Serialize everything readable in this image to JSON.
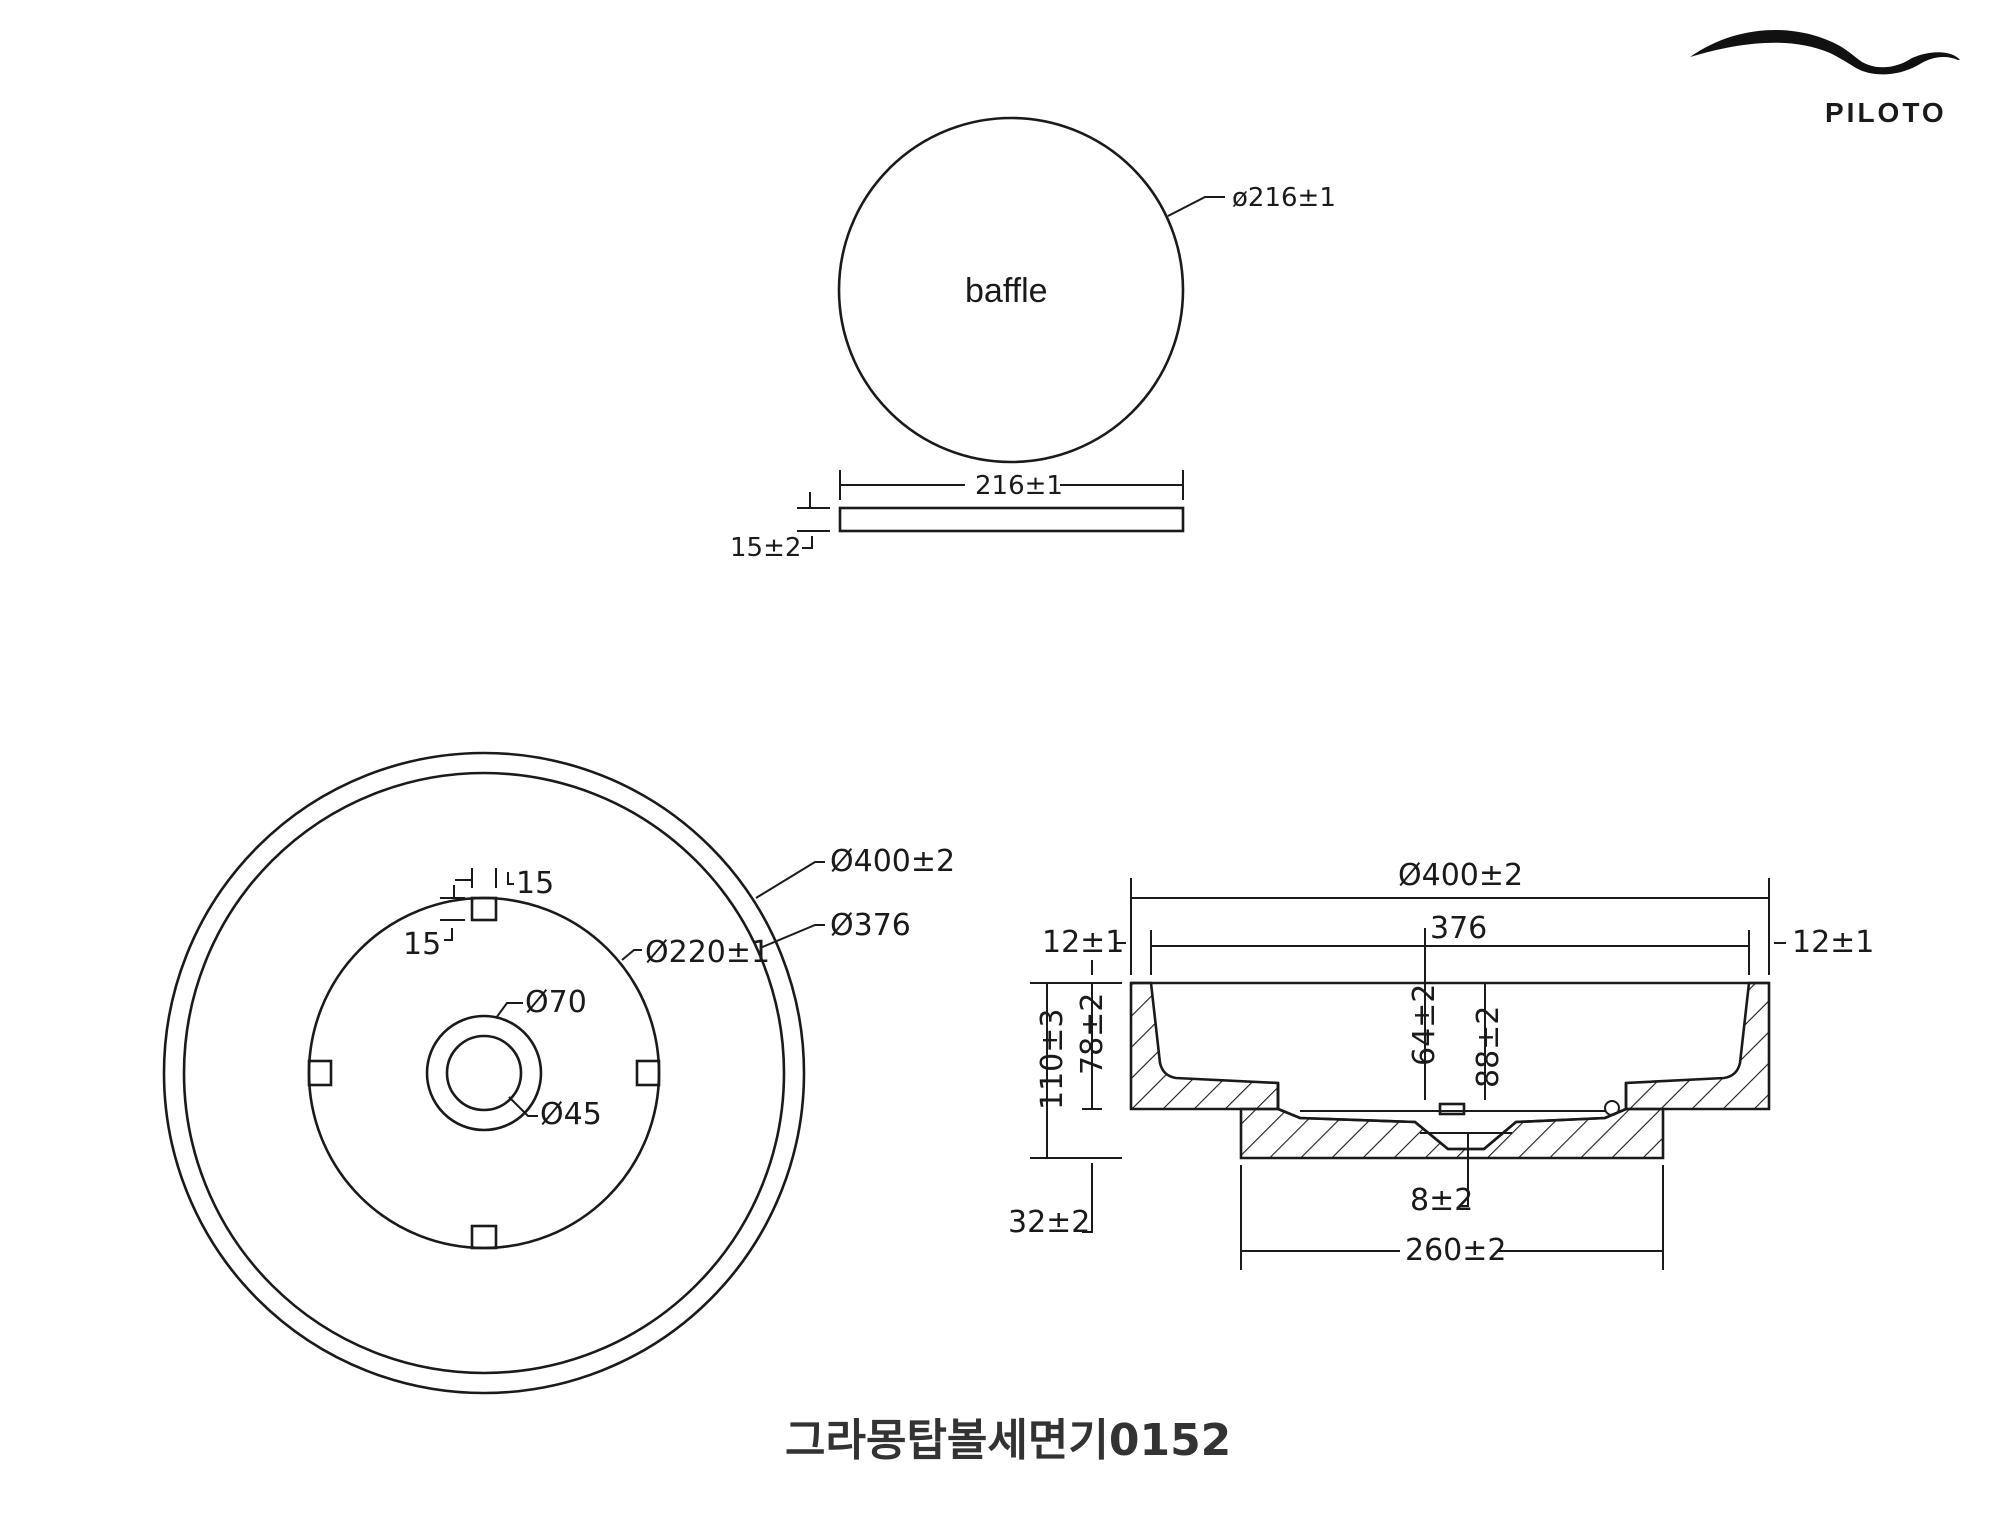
{
  "brand": {
    "name": "PILOTO"
  },
  "title": "그라몽탑볼세면기0152",
  "baffle": {
    "label": "baffle",
    "diameter_label": "ø216±1",
    "width_label": "216±1",
    "thickness_label": "15±2"
  },
  "top_view": {
    "outer_diameter": "Ø400±2",
    "inner_diameter": "Ø376",
    "bowl_diameter": "Ø220±1",
    "drain_outer": "Ø70",
    "drain_inner": "Ø45",
    "tab_width": "15",
    "tab_depth": "15"
  },
  "section_view": {
    "overall_width": "Ø400±2",
    "inner_width": "376",
    "rim_left": "12±1",
    "rim_right": "12±1",
    "total_height": "110±3",
    "body_height": "78±2",
    "depth_center": "64±2",
    "depth_inner": "88±2",
    "base_height": "32±2",
    "drain_depth": "8±2",
    "base_width": "260±2"
  }
}
